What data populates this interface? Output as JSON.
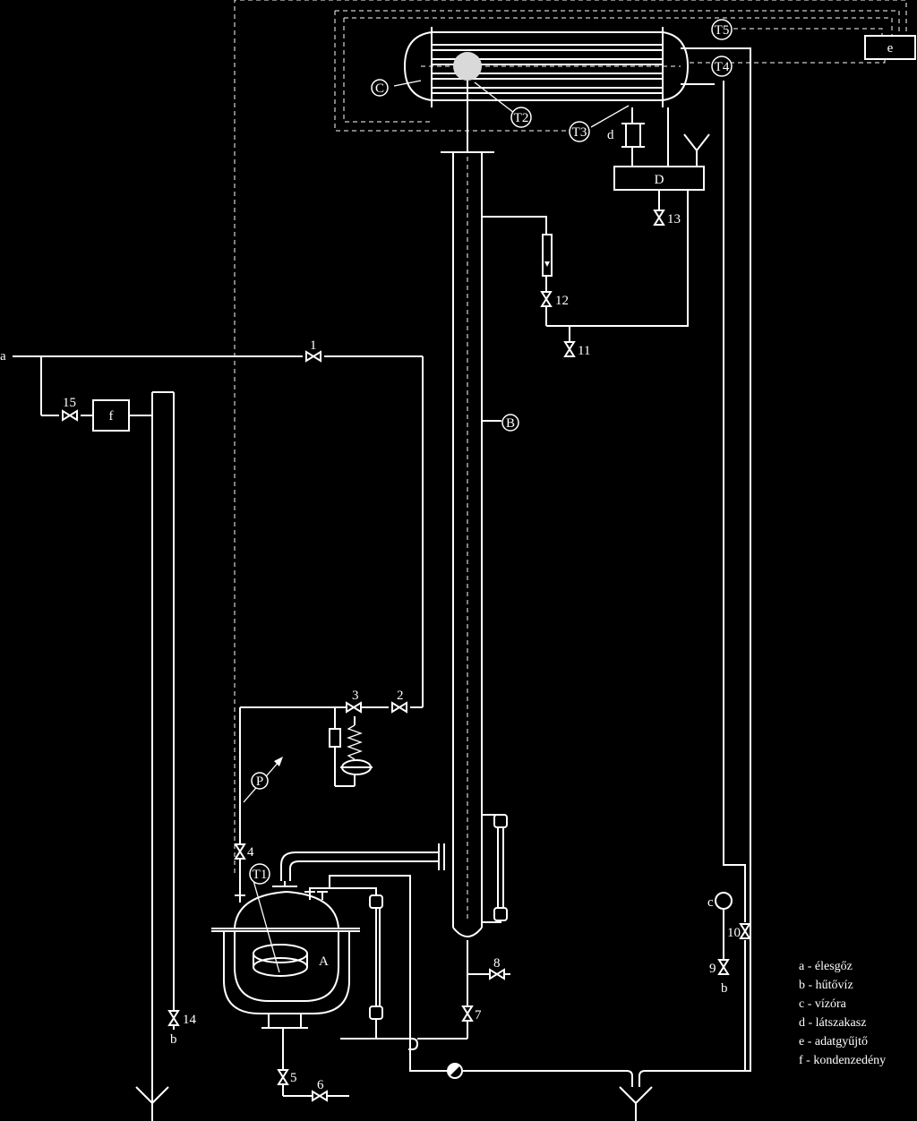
{
  "colors": {
    "background": "#000000",
    "line": "#ffffff",
    "highlight": "#d9d9d9"
  },
  "labels": {
    "a": "a",
    "b_left": "b",
    "b_right": "b",
    "d": "d",
    "e": "e",
    "f": "f",
    "A": "A",
    "D": "D",
    "c": "c"
  },
  "circle_labels": {
    "C": "C",
    "B": "B",
    "P": "P",
    "T1": "T1",
    "T2": "T2",
    "T3": "T3",
    "T4": "T4",
    "T5": "T5"
  },
  "valves": {
    "v1": "1",
    "v2": "2",
    "v3": "3",
    "v4": "4",
    "v5": "5",
    "v6": "6",
    "v7": "7",
    "v8": "8",
    "v9": "9",
    "v10": "10",
    "v11": "11",
    "v12": "12",
    "v13": "13",
    "v14": "14",
    "v15": "15"
  },
  "legend": [
    "a - élesgőz",
    "b - hűtővíz",
    "c - vízóra",
    "d - látszakasz",
    "e - adatgyűjtő",
    "f - kondenzedény"
  ]
}
